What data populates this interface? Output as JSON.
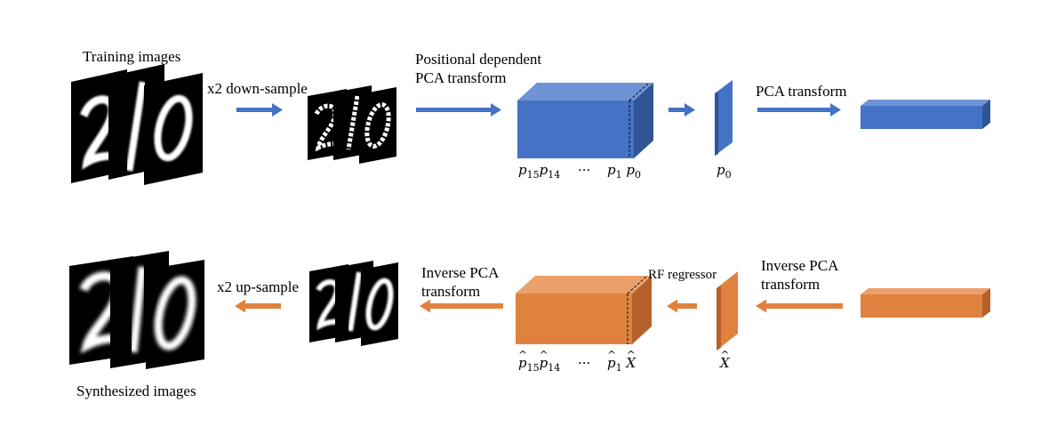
{
  "labels": {
    "training_images": "Training images",
    "downsample": "x2 down-sample",
    "pd_pca": "Positional dependent PCA transform",
    "pca_transform": "PCA transform",
    "synthesized_images": "Synthesized images",
    "upsample": "x2 up-sample",
    "inverse_pca_left": "Inverse PCA transform",
    "rf_regressor": "RF regressor",
    "inverse_pca_right": "Inverse PCA transform"
  },
  "math": {
    "p": "p",
    "p15_sub": "15",
    "p14_sub": "14",
    "p1_sub": "1",
    "p0_sub": "0",
    "dots": "···",
    "x": "X"
  },
  "colors": {
    "blue_front": "#4472c4",
    "blue_top": "#6f94d6",
    "blue_side": "#2f5597",
    "orange_front": "#e0823f",
    "orange_top": "#eba06a",
    "orange_side": "#b5612a",
    "arrow_blue": "#4472c4",
    "arrow_orange": "#e0823f"
  },
  "digits": {
    "training": [
      "2",
      "1",
      "0"
    ],
    "synthesized": [
      "2",
      "1",
      "0"
    ]
  }
}
